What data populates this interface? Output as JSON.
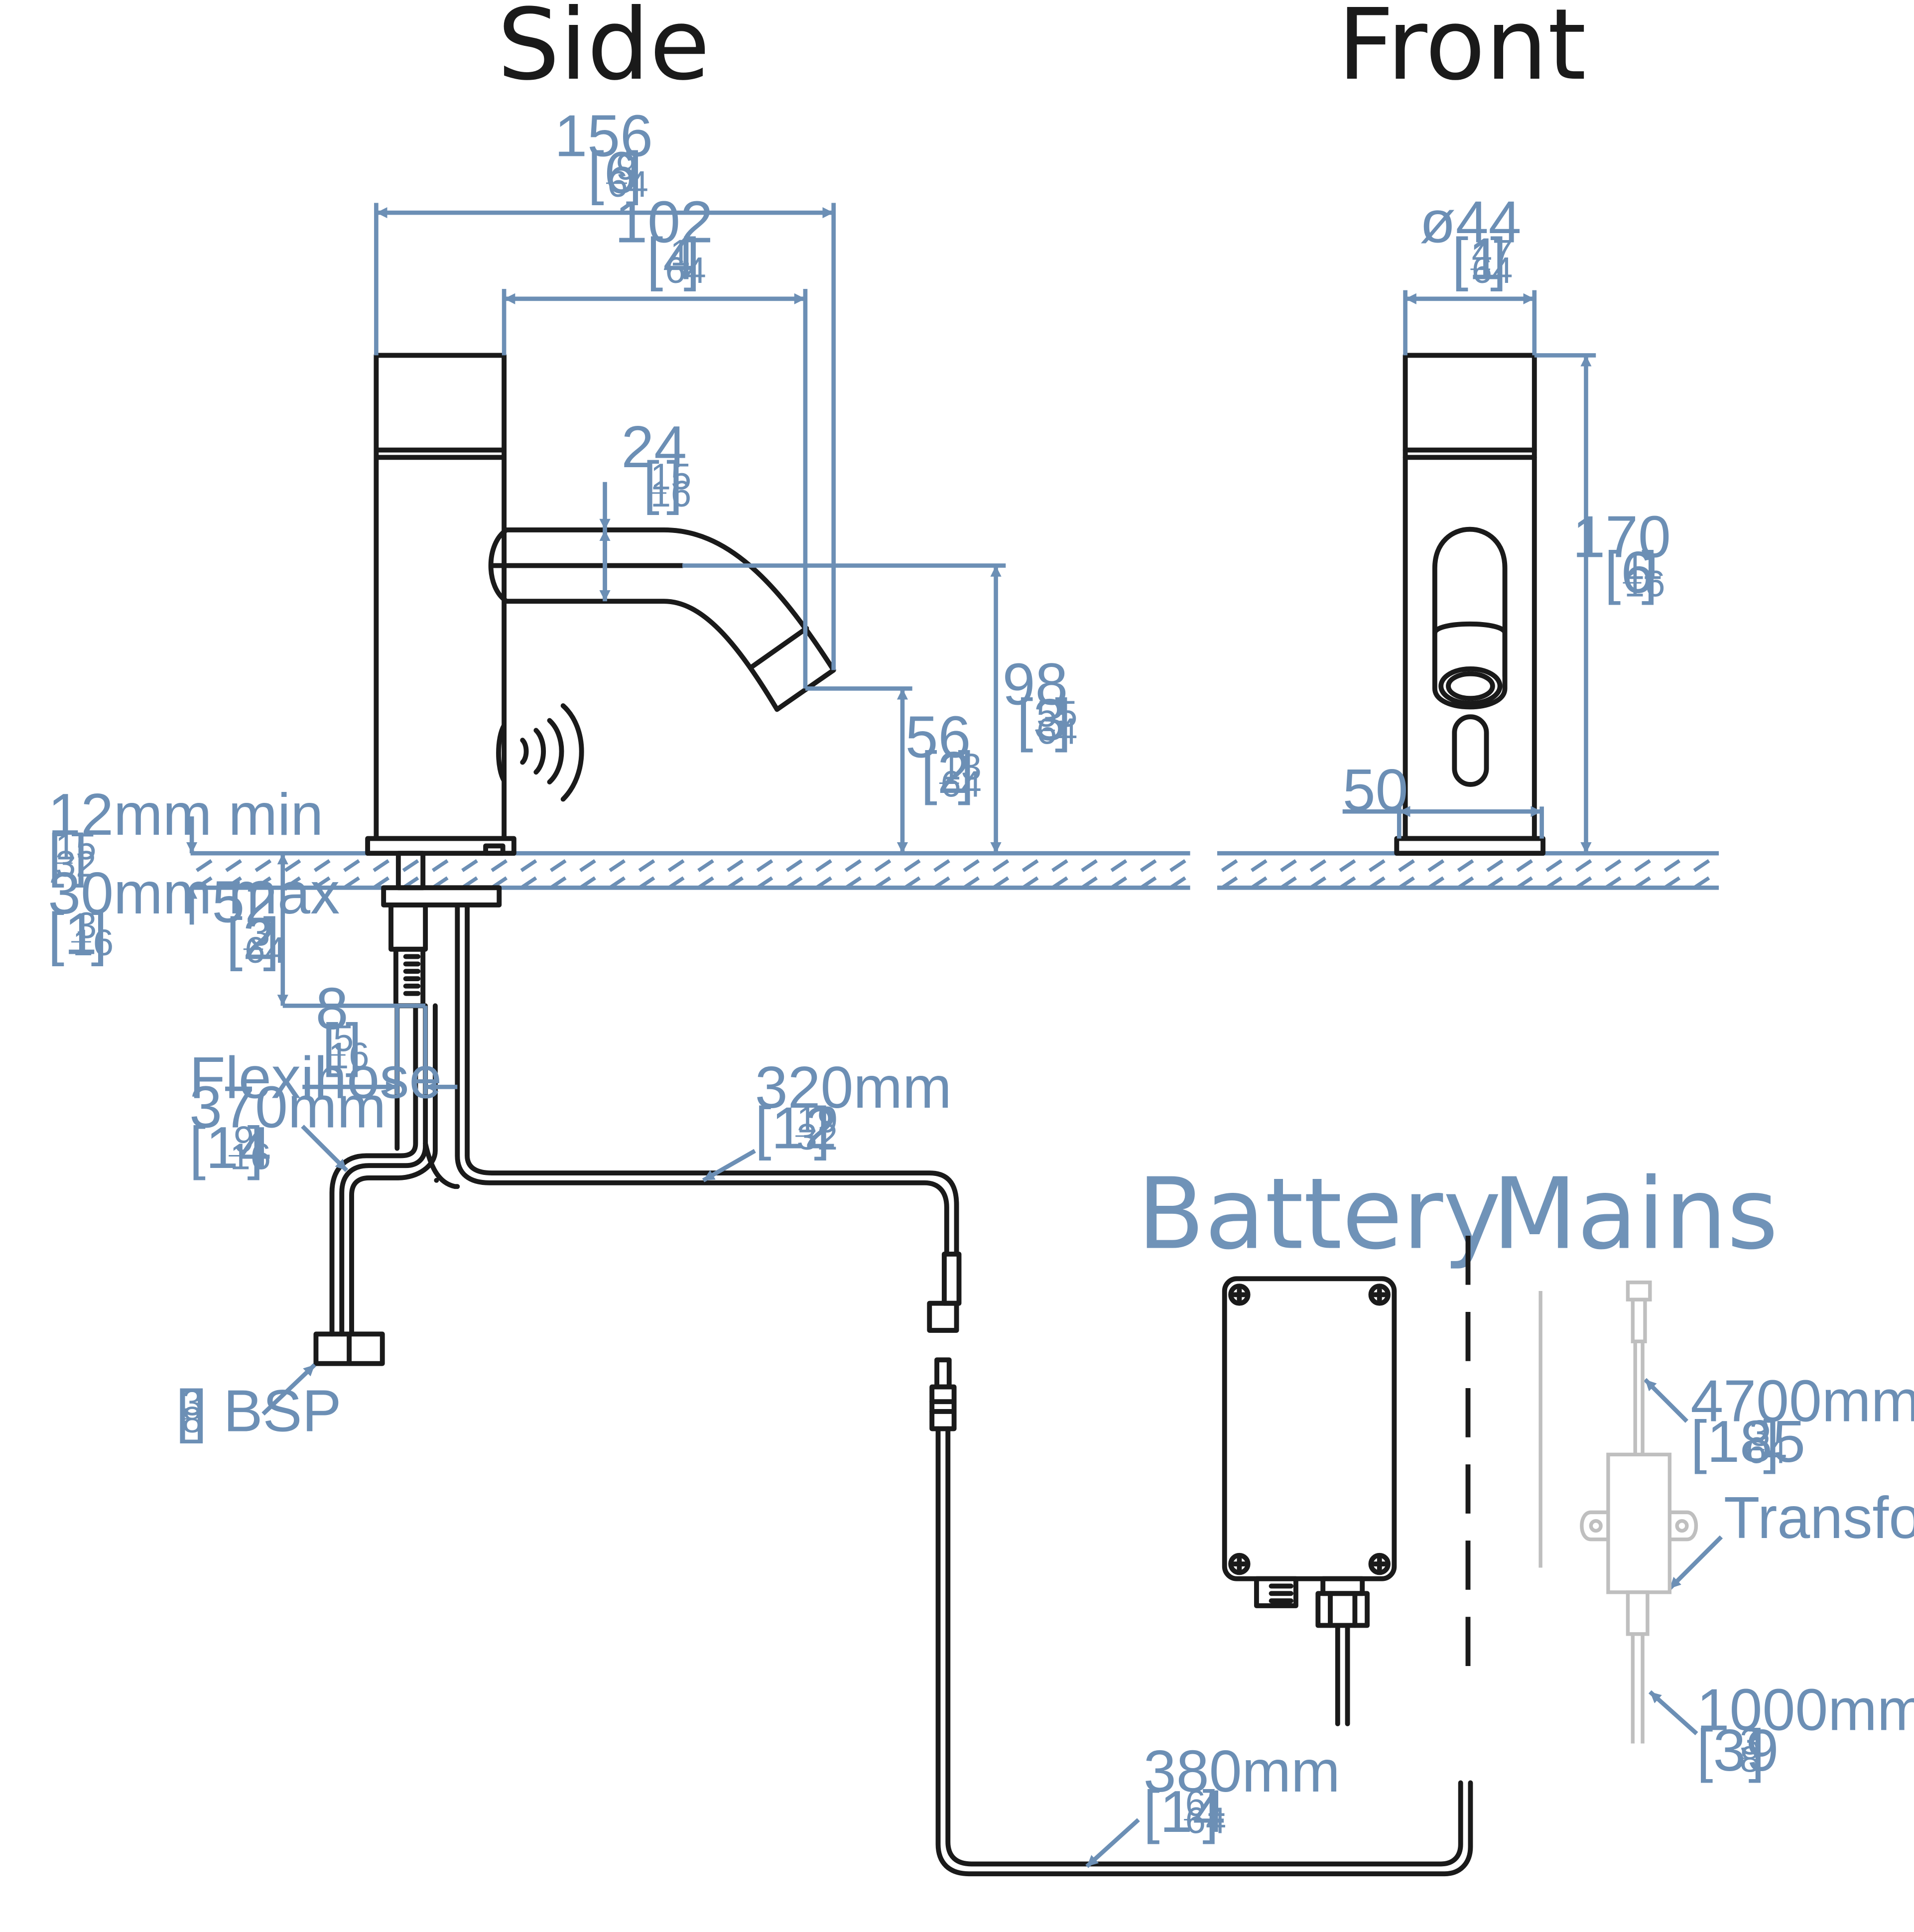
{
  "views": {
    "side": "Side",
    "front": "Front",
    "battery": "Battery",
    "mains": "Mains"
  },
  "dims": {
    "d156": {
      "value": "156",
      "bo": "[6",
      "num": "9",
      "den": "64",
      "bc": "]"
    },
    "d102": {
      "value": "102",
      "bo": "[4",
      "num": "1",
      "den": "64",
      "bc": "]"
    },
    "d24": {
      "value": "24",
      "bo": "[",
      "num": "15",
      "den": "16",
      "bc": "]"
    },
    "d98": {
      "value": "98",
      "bo": "[3",
      "num": "55",
      "den": "64",
      "bc": "]"
    },
    "d56": {
      "value": "56",
      "bo": "[2",
      "num": "13",
      "den": "64",
      "bc": "]"
    },
    "d44": {
      "value": "ø44",
      "bo": "[1",
      "num": "47",
      "den": "64",
      "bc": "]"
    },
    "d170": {
      "value": "170",
      "bo": "[6",
      "num": "11",
      "den": "16",
      "bc": "]"
    },
    "d50": {
      "value": "50"
    },
    "d12": {
      "value": "12mm min",
      "bo": "[",
      "num": "15",
      "den": "32",
      "bc": "]"
    },
    "d30": {
      "value": "30mm max",
      "bo": "[1 ",
      "num": "3",
      "den": "16",
      "bc": "]"
    },
    "d52": {
      "value": "52",
      "bo": "[2",
      "num": "3",
      "den": "64",
      "bc": "]"
    },
    "d8": {
      "value": "8",
      "bo": "[",
      "num": "5",
      "den": "16",
      "bc": "]"
    },
    "flexi": {
      "l1": "Flexihose",
      "l2": "370mm",
      "bo": "[14 ",
      "num": "9",
      "den": "16",
      "bc": "]"
    },
    "d320": {
      "value": "320mm",
      "bo": "[12 ",
      "num": "19",
      "den": "32",
      "bc": "]"
    },
    "bsp": {
      "num": "3",
      "den": "8",
      "label": "] BSP",
      "bo": "["
    },
    "d4700": {
      "value": "4700mm",
      "bo": "[185 ",
      "num": "3",
      "den": "64",
      "bc": "]"
    },
    "transformer": "Transformer",
    "d1000": {
      "value": "1000mm",
      "bo": "[39 ",
      "num": "3",
      "den": "8",
      "bc": "]"
    },
    "d380": {
      "value": "380mm",
      "bo": "[14 ",
      "num": "61",
      "den": "64",
      "bc": "]"
    }
  },
  "colors": {
    "dimension": "#6c8fb5",
    "outline": "#1a1a1a",
    "heading_blue": "#7093b8"
  }
}
